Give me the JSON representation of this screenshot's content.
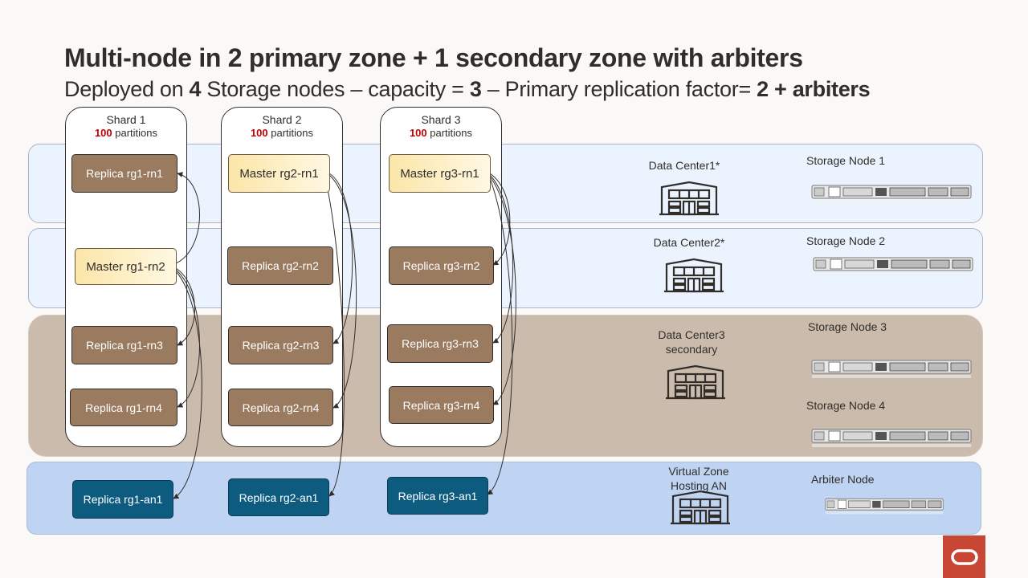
{
  "slide": {
    "title": "Multi-node in 2 primary zone + 1 secondary zone with arbiters",
    "subtitle": {
      "p1": "Deployed on ",
      "b1": "4",
      "p2": " Storage nodes – capacity = ",
      "b2": "3",
      "p3": " – Primary replication factor= ",
      "b3": "2 + arbiters"
    }
  },
  "shards": [
    {
      "name": "Shard 1",
      "partitions_num": "100",
      "partitions_label": " partitions"
    },
    {
      "name": "Shard 2",
      "partitions_num": "100",
      "partitions_label": " partitions"
    },
    {
      "name": "Shard 3",
      "partitions_num": "100",
      "partitions_label": " partitions"
    }
  ],
  "nodes": {
    "rg1_rn1": "Replica rg1-rn1",
    "rg1_rn2": "Master  rg1-rn2",
    "rg1_rn3": "Replica rg1-rn3",
    "rg1_rn4": "Replica rg1-rn4",
    "rg1_an1": "Replica rg1-an1",
    "rg2_rn1": "Master  rg2-rn1",
    "rg2_rn2": "Replica rg2-rn2",
    "rg2_rn3": "Replica rg2-rn3",
    "rg2_rn4": "Replica rg2-rn4",
    "rg2_an1": "Replica rg2-an1",
    "rg3_rn1": "Master  rg3-rn1",
    "rg3_rn2": "Replica rg3-rn2",
    "rg3_rn3": "Replica rg3-rn3",
    "rg3_rn4": "Replica rg3-rn4",
    "rg3_an1": "Replica rg3-an1"
  },
  "zones": {
    "dc1": "Data Center1*",
    "dc2": "Data Center2*",
    "dc3_line1": "Data Center3",
    "dc3_line2": "secondary",
    "vz_line1": "Virtual Zone",
    "vz_line2": "Hosting AN"
  },
  "storage_nodes": {
    "sn1": "Storage Node 1",
    "sn2": "Storage Node 2",
    "sn3": "Storage Node 3",
    "sn4": "Storage Node 4",
    "arbiter": "Arbiter Node"
  },
  "colors": {
    "replica": "#9a7b60",
    "master": "#fbe6a8",
    "arbiter": "#0d5c80",
    "secondary_zone": "#cbbbac",
    "primary_zone": "#eaf3fe",
    "arbiter_zone": "#bed4f2",
    "partition_number": "#c00000",
    "logo": "#c74634"
  },
  "icons": [
    "building-icon",
    "server-icon",
    "oracle-logo-icon"
  ]
}
